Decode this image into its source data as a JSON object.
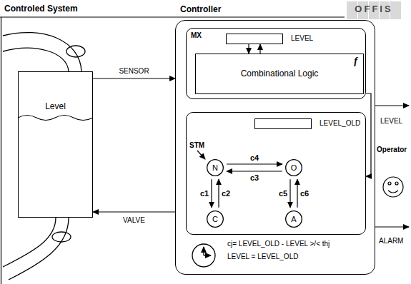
{
  "diagram": {
    "nodes": [
      {
        "text": [
          "Level"
        ]
      },
      {
        "text": [
          "Controller"
        ]
      },
      {
        "text": [
          "MX"
        ],
        "in": 1
      },
      {
        "text": [
          "LEVEL"
        ],
        "in": 2
      },
      {
        "text": [
          "Combinational Logic",
          "f"
        ],
        "in": 2
      },
      {
        "text": [
          "STM"
        ],
        "in": 1
      },
      {
        "text": [
          "LEVEL_OLD"
        ],
        "in": 5
      },
      {
        "text": [
          "N"
        ],
        "in": 5
      },
      {
        "text": [
          "O"
        ],
        "in": 5
      },
      {
        "text": [
          "C"
        ],
        "in": 5
      },
      {
        "text": [
          "A"
        ],
        "in": 5
      }
    ],
    "edges": [
      {
        "from": 3,
        "to": 4,
        "arrow": "to"
      },
      {
        "from": 4,
        "to": 3,
        "arrow": "to"
      },
      {
        "from": 7,
        "to": 8,
        "label": "c4",
        "arrow": "to"
      },
      {
        "from": 8,
        "to": 7,
        "label": "c3",
        "arrow": "to"
      },
      {
        "from": 7,
        "to": 9,
        "label": "c1",
        "arrow": "to"
      },
      {
        "from": 9,
        "to": 7,
        "label": "c2",
        "arrow": "to"
      },
      {
        "from": 8,
        "to": 10,
        "label": "c5",
        "arrow": "to"
      },
      {
        "from": 10,
        "to": 8,
        "label": "c6",
        "arrow": "to"
      },
      {
        "from": 0,
        "to": 1,
        "label": "SENSOR",
        "arrow": "to"
      },
      {
        "from": 1,
        "to": 0,
        "label": "VALVE",
        "arrow": "to"
      },
      {
        "from": 2,
        "to": 5,
        "arrow": "to"
      }
    ],
    "labels": [
      "Controled System",
      "OFFIS",
      "LEVEL",
      "Operator",
      "ALARM",
      "cj= LEVEL_OLD - LEVEL >/< thj",
      "LEVEL = LEVEL_OLD"
    ]
  }
}
